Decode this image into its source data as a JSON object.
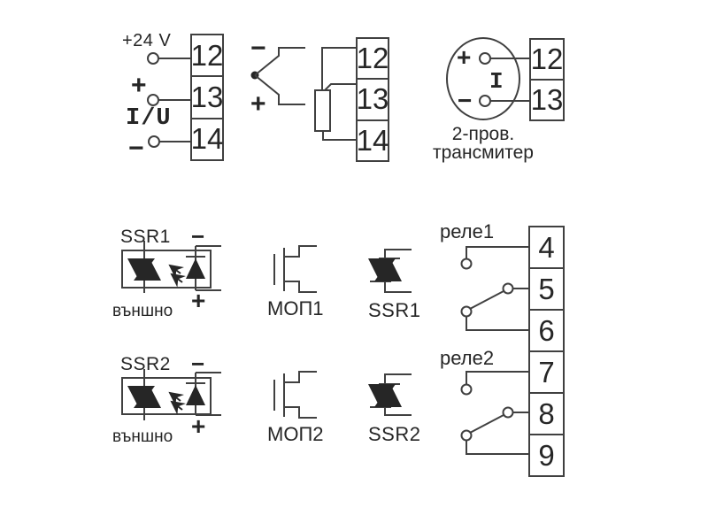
{
  "colors": {
    "line": "#404040",
    "text": "#262626",
    "background": "#ffffff"
  },
  "power_input": {
    "label_24v": "+24 V",
    "label_plus": "+",
    "label_iu": "I/U",
    "label_minus": "−",
    "terminals": [
      "12",
      "13",
      "14"
    ]
  },
  "sensor_input": {
    "tc_minus": "−",
    "tc_plus": "+",
    "terminals": [
      "12",
      "13",
      "14"
    ]
  },
  "transmitter": {
    "label_plus": "+",
    "label_minus": "−",
    "label_current": "I",
    "caption_line1": "2-пров.",
    "caption_line2": "трансмитер",
    "terminals": [
      "12",
      "13"
    ]
  },
  "ssr_drive": [
    {
      "title": "SSR1",
      "minus": "−",
      "plus": "+",
      "caption": "външно"
    },
    {
      "title": "SSR2",
      "minus": "−",
      "plus": "+",
      "caption": "външно"
    }
  ],
  "outputs": [
    {
      "mosfet": "МОП1",
      "triac": "SSR1"
    },
    {
      "mosfet": "МОП2",
      "triac": "SSR2"
    }
  ],
  "relays": [
    {
      "label": "реле1",
      "terminals": [
        "4",
        "5",
        "6"
      ]
    },
    {
      "label": "реле2",
      "terminals": [
        "7",
        "8",
        "9"
      ]
    }
  ]
}
